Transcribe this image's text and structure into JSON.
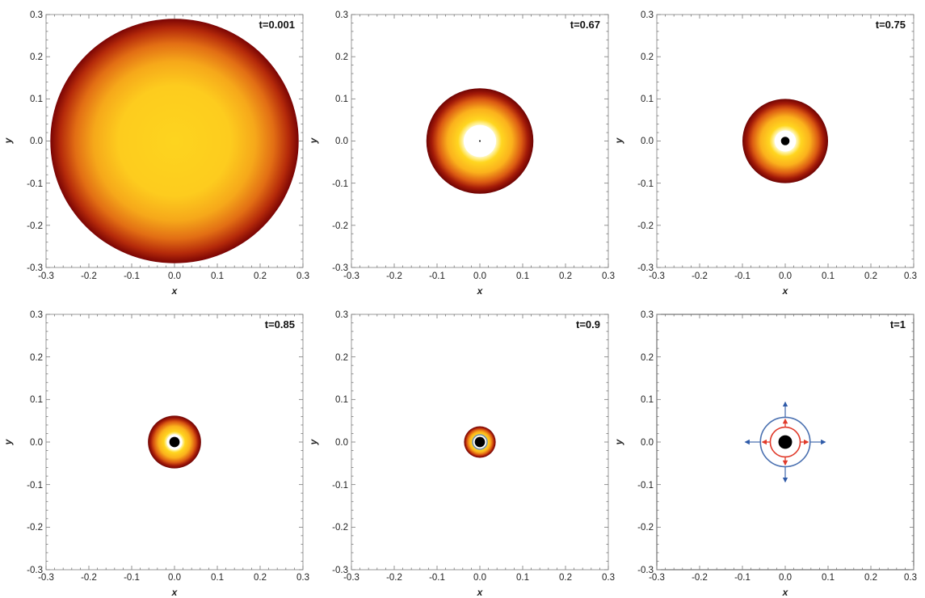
{
  "chart_data": [
    {
      "type": "heatmap",
      "title": "t=0.001",
      "xlabel": "x",
      "ylabel": "y",
      "xlim": [
        -0.3,
        0.3
      ],
      "ylim": [
        -0.3,
        0.3
      ],
      "x_ticks": [
        "-0.3",
        "-0.2",
        "-0.1",
        "0.0",
        "0.1",
        "0.2",
        "0.3"
      ],
      "y_ticks": [
        "-0.3",
        "-0.2",
        "-0.1",
        "0.0",
        "0.1",
        "0.2",
        "0.3"
      ],
      "disk": {
        "outer_radius": 0.29,
        "hole_radius": 0,
        "singularity_radius": 0,
        "colormap": "solar",
        "center_color": "#fdd41f",
        "edge_color": "#7a0404"
      }
    },
    {
      "type": "heatmap",
      "title": "t=0.67",
      "xlabel": "x",
      "ylabel": "y",
      "xlim": [
        -0.3,
        0.3
      ],
      "ylim": [
        -0.3,
        0.3
      ],
      "x_ticks": [
        "-0.3",
        "-0.2",
        "-0.1",
        "0.0",
        "0.1",
        "0.2",
        "0.3"
      ],
      "y_ticks": [
        "-0.3",
        "-0.2",
        "-0.1",
        "0.0",
        "0.1",
        "0.2",
        "0.3"
      ],
      "disk": {
        "outer_radius": 0.125,
        "hole_radius": 0.038,
        "singularity_radius": 0.002,
        "colormap": "solar"
      }
    },
    {
      "type": "heatmap",
      "title": "t=0.75",
      "xlabel": "x",
      "ylabel": "y",
      "xlim": [
        -0.3,
        0.3
      ],
      "ylim": [
        -0.3,
        0.3
      ],
      "x_ticks": [
        "-0.3",
        "-0.2",
        "-0.1",
        "0.0",
        "0.1",
        "0.2",
        "0.3"
      ],
      "y_ticks": [
        "-0.3",
        "-0.2",
        "-0.1",
        "0.0",
        "0.1",
        "0.2",
        "0.3"
      ],
      "disk": {
        "outer_radius": 0.1,
        "hole_radius": 0.025,
        "singularity_radius": 0.01,
        "colormap": "solar"
      }
    },
    {
      "type": "heatmap",
      "title": "t=0.85",
      "xlabel": "x",
      "ylabel": "y",
      "xlim": [
        -0.3,
        0.3
      ],
      "ylim": [
        -0.3,
        0.3
      ],
      "x_ticks": [
        "-0.3",
        "-0.2",
        "-0.1",
        "0.0",
        "0.1",
        "0.2",
        "0.3"
      ],
      "y_ticks": [
        "-0.3",
        "-0.2",
        "-0.1",
        "0.0",
        "0.1",
        "0.2",
        "0.3"
      ],
      "disk": {
        "outer_radius": 0.062,
        "hole_radius": 0.018,
        "singularity_radius": 0.012,
        "colormap": "solar"
      }
    },
    {
      "type": "heatmap",
      "title": "t=0.9",
      "xlabel": "x",
      "ylabel": "y",
      "xlim": [
        -0.3,
        0.3
      ],
      "ylim": [
        -0.3,
        0.3
      ],
      "x_ticks": [
        "-0.3",
        "-0.2",
        "-0.1",
        "0.0",
        "0.1",
        "0.2",
        "0.3"
      ],
      "y_ticks": [
        "-0.3",
        "-0.2",
        "-0.1",
        "0.0",
        "0.1",
        "0.2",
        "0.3"
      ],
      "disk": {
        "outer_radius": 0.037,
        "hole_radius": 0.015,
        "singularity_radius": 0.012,
        "colormap": "solar",
        "ring_radius": 0.017,
        "ring_color": "#6f8fb8"
      }
    },
    {
      "type": "diagram",
      "title": "t=1",
      "xlabel": "x",
      "ylabel": "y",
      "xlim": [
        -0.3,
        0.3
      ],
      "ylim": [
        -0.3,
        0.3
      ],
      "x_ticks": [
        "-0.3",
        "-0.2",
        "-0.1",
        "0.0",
        "0.1",
        "0.2",
        "0.3"
      ],
      "y_ticks": [
        "-0.3",
        "-0.2",
        "-0.1",
        "0.0",
        "0.1",
        "0.2",
        "0.3"
      ],
      "singularity_radius": 0.016,
      "circles": [
        {
          "radius": 0.035,
          "color": "#e03a2a",
          "arrow_length": 0.018
        },
        {
          "radius": 0.058,
          "color": "#4a70b0",
          "arrow_length": 0.035
        }
      ]
    }
  ]
}
